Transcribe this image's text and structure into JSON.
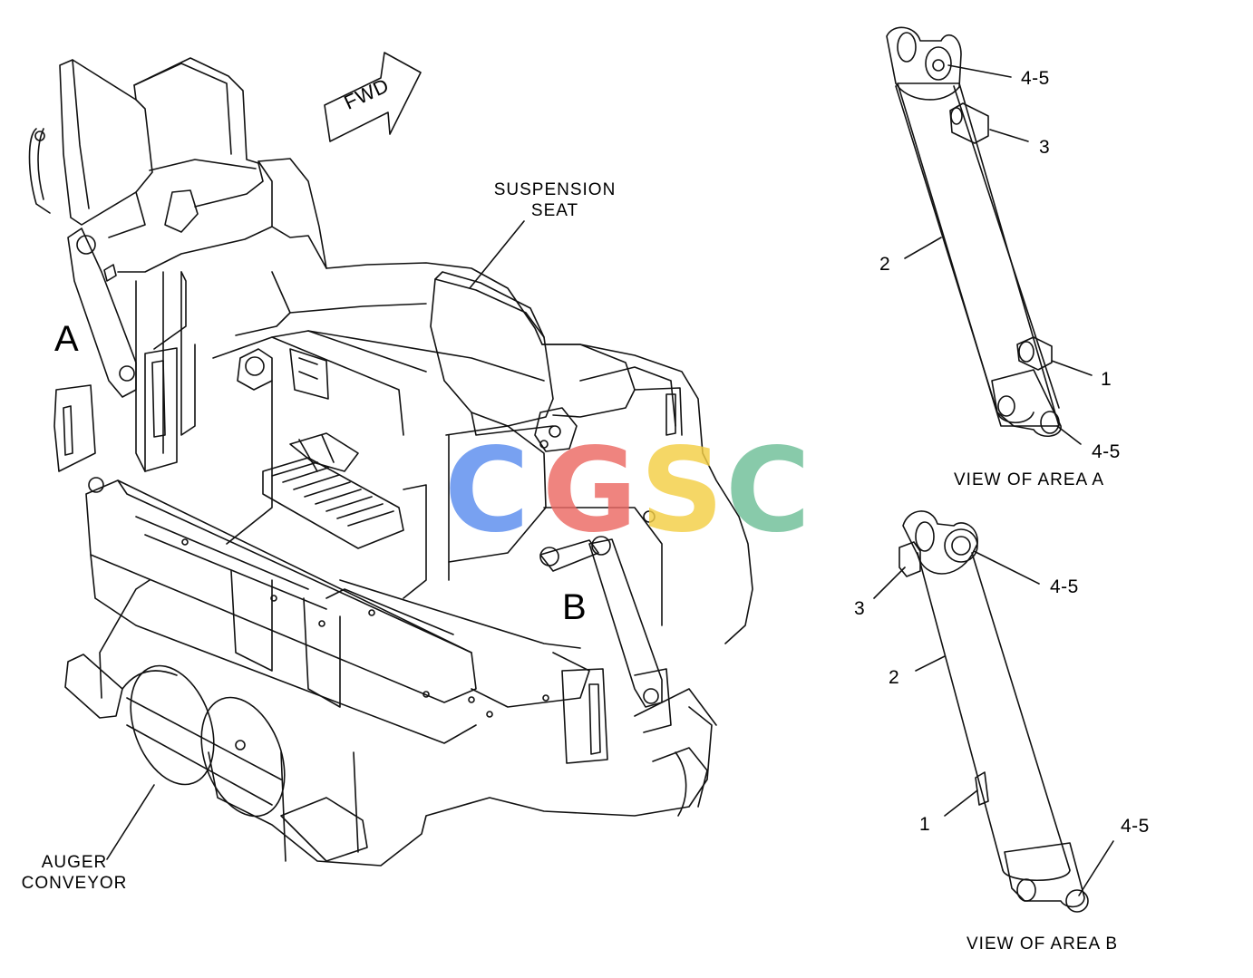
{
  "diagram": {
    "labels": {
      "suspension_seat": [
        "SUSPENSION",
        "SEAT"
      ],
      "auger_conveyor": [
        "AUGER",
        "CONVEYOR"
      ],
      "area_a": "A",
      "area_b": "B",
      "fwd": "FWD",
      "view_a": "VIEW OF AREA  A",
      "view_b": "VIEW OF AREA  B"
    },
    "view_a_callouts": {
      "c45_top": "4-5",
      "c3": "3",
      "c2": "2",
      "c1": "1",
      "c45_bottom": "4-5"
    },
    "view_b_callouts": {
      "c45_top": "4-5",
      "c3": "3",
      "c2": "2",
      "c1": "1",
      "c45_bottom": "4-5"
    }
  },
  "watermark": {
    "letters": [
      "C",
      "G",
      "S",
      "C"
    ],
    "colors": [
      "#5b8def",
      "#ec6a64",
      "#f4cf45",
      "#6fbf98"
    ]
  },
  "line_color": "#111111"
}
